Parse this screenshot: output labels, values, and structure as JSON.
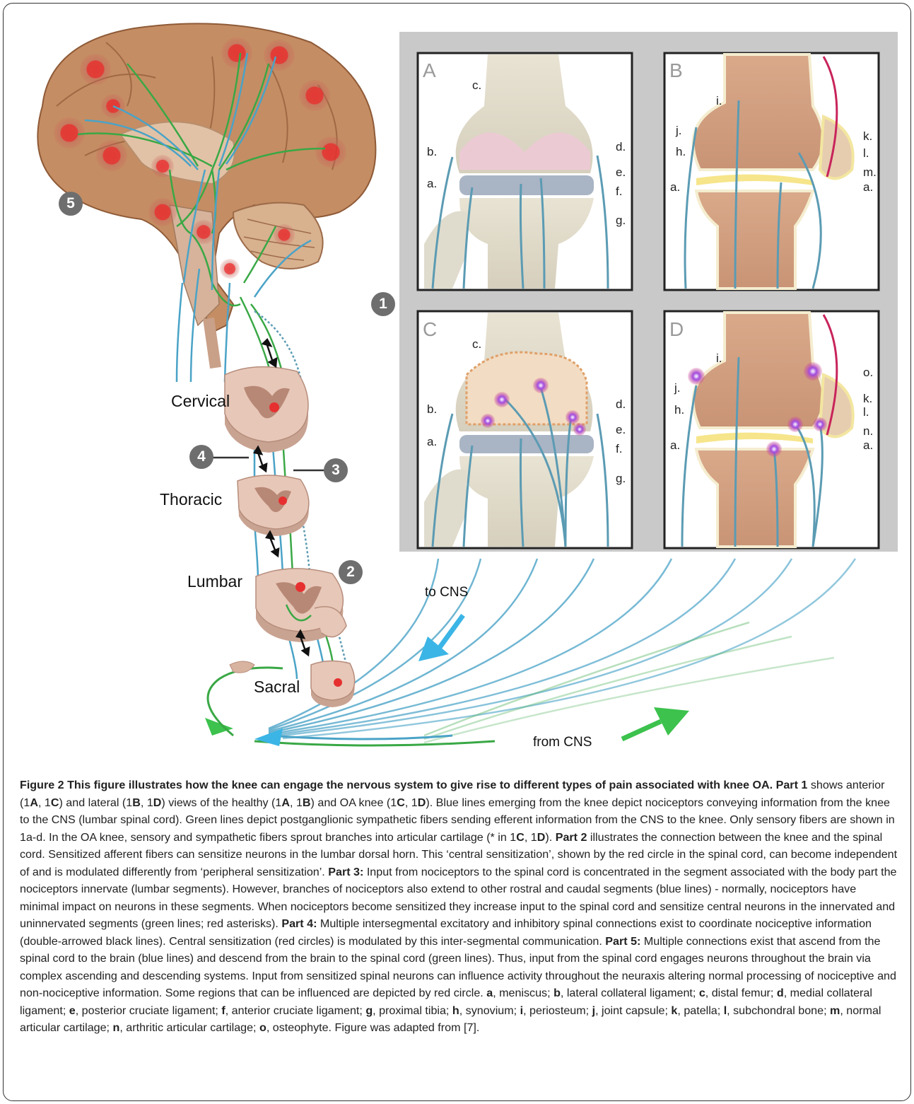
{
  "figure": {
    "segments": {
      "cervical": "Cervical",
      "thoracic": "Thoracic",
      "lumbar": "Lumbar",
      "sacral": "Sacral"
    },
    "badges": {
      "b1": "1",
      "b2": "2",
      "b3": "3",
      "b4": "4",
      "b5": "5"
    },
    "flow": {
      "to_cns": "to CNS",
      "from_cns": "from CNS"
    },
    "panels": {
      "A": {
        "letter": "A",
        "c": "c.",
        "b": "b.",
        "d": "d.",
        "e": "e.",
        "a": "a.",
        "f": "f.",
        "g": "g."
      },
      "B": {
        "letter": "B",
        "i": "i.",
        "j": "j.",
        "k": "k.",
        "h": "h.",
        "l": "l.",
        "m": "m.",
        "a1": "a.",
        "a2": "a."
      },
      "C": {
        "letter": "C",
        "c": "c.",
        "b": "b.",
        "d": "d.",
        "e": "e.",
        "a": "a.",
        "f": "f.",
        "g": "g."
      },
      "D": {
        "letter": "D",
        "i": "i.",
        "o": "o.",
        "j": "j.",
        "k": "k.",
        "h": "h.",
        "l": "l.",
        "n": "n.",
        "a1": "a.",
        "a2": "a."
      }
    },
    "colors": {
      "afferent": "#4aa3c7",
      "efferent": "#39a845",
      "brain": "#c58d63",
      "cord": "#d9b0a0",
      "spot": "#e63030",
      "panel_bg": "#c9c9c9"
    }
  },
  "caption": {
    "title": "Figure 2 This figure illustrates how the knee can engage the nervous system to give rise to different types of pain associated with knee OA.",
    "p1_label": "Part 1",
    "p1_a": " shows anterior (1",
    "p1_b": ", 1",
    "p1_c": ") and lateral (1",
    "p1_d": ", 1",
    "p1_e": ") views of the healthy (1",
    "p1_f": ", 1",
    "p1_g": ") and OA knee (1",
    "p1_h": ", 1",
    "p1_i": "). Blue lines emerging from the knee depict nociceptors conveying information from the knee to the CNS (lumbar spinal cord). Green lines depict postganglionic sympathetic fibers sending efferent information from the CNS to the knee. Only sensory fibers are shown in 1a-d. In the OA knee, sensory and sympathetic fibers sprout branches into articular cartilage (* in 1",
    "p1_j": ", 1",
    "p1_k": "). ",
    "letter_A": "A",
    "letter_B": "B",
    "letter_C": "C",
    "letter_D": "D",
    "p2_label": "Part 2",
    "p2_text": " illustrates the connection between the knee and the spinal cord. Sensitized afferent fibers can sensitize neurons in the lumbar dorsal horn. This ‘central sensitization’, shown by the red circle in the spinal cord, can become independent of and is modulated differently from ‘peripheral sensitization’. ",
    "p3_label": "Part 3:",
    "p3_text": " Input from nociceptors to the spinal cord is concentrated in the segment associated with the body part the nociceptors innervate (lumbar segments). However, branches of nociceptors also extend to other rostral and caudal segments (blue lines) - normally, nociceptors have minimal impact on neurons in these segments. When nociceptors become sensitized they increase input to the spinal cord and sensitize central neurons in the innervated and uninnervated segments (green lines; red asterisks). ",
    "p4_label": "Part 4:",
    "p4_text": " Multiple intersegmental excitatory and inhibitory spinal connections exist to coordinate nociceptive information (double-arrowed black lines). Central sensitization (red circles) is modulated by this inter-segmental communication. ",
    "p5_label": "Part 5:",
    "p5_text": " Multiple connections exist that ascend from the spinal cord to the brain (blue lines) and descend from the brain to the spinal cord (green lines). Thus, input from the spinal cord engages neurons throughout the brain via complex ascending and descending systems. Input from sensitized spinal neurons can influence activity throughout the neuraxis altering normal processing of nociceptive and non-nociceptive information. Some regions that can be influenced are depicted by red circle. ",
    "legend": [
      {
        "k": "a",
        "v": ", meniscus; "
      },
      {
        "k": "b",
        "v": ", lateral collateral ligament; "
      },
      {
        "k": "c",
        "v": ", distal femur; "
      },
      {
        "k": "d",
        "v": ", medial collateral ligament; "
      },
      {
        "k": "e",
        "v": ", posterior cruciate ligament; "
      },
      {
        "k": "f",
        "v": ", anterior cruciate ligament; "
      },
      {
        "k": "g",
        "v": ", proximal tibia; "
      },
      {
        "k": "h",
        "v": ", synovium; "
      },
      {
        "k": "i",
        "v": ", periosteum; "
      },
      {
        "k": "j",
        "v": ", joint capsule; "
      },
      {
        "k": "k",
        "v": ", patella; "
      },
      {
        "k": "l",
        "v": ", subchondral bone; "
      },
      {
        "k": "m",
        "v": ", normal articular cartilage; "
      },
      {
        "k": "n",
        "v": ", arthritic articular cartilage; "
      },
      {
        "k": "o",
        "v": ", osteophyte. Figure was adapted from [7]."
      }
    ]
  }
}
